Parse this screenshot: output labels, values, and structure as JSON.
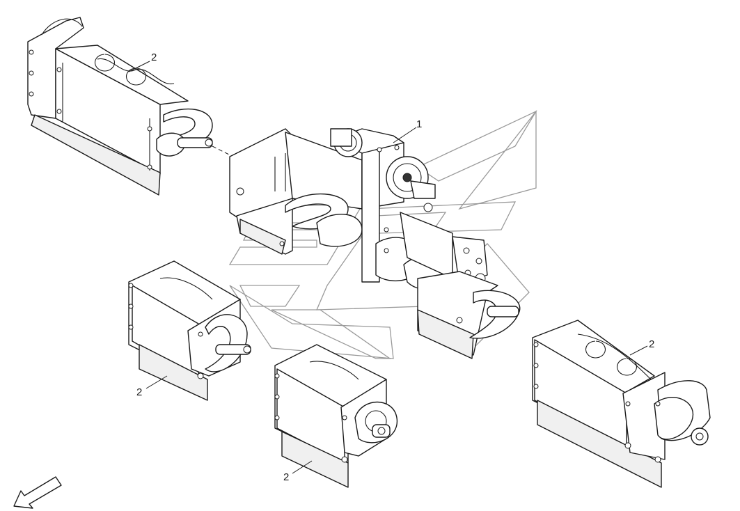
{
  "diagram": {
    "callouts": [
      {
        "id": "main-rotor-assembly",
        "label": "1"
      },
      {
        "id": "auger-section-top-left",
        "label": "2"
      },
      {
        "id": "auger-section-middle-left",
        "label": "2"
      },
      {
        "id": "auger-section-bottom-center",
        "label": "2"
      },
      {
        "id": "auger-section-right",
        "label": "2"
      }
    ],
    "direction_arrow_icon": "direction-arrow-icon",
    "watermark_icon": "watermark-logo-icon"
  }
}
